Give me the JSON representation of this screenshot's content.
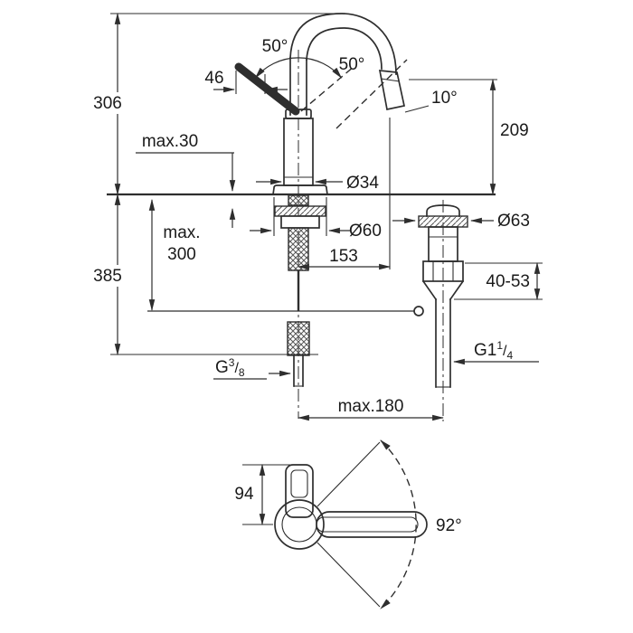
{
  "colors": {
    "line": "#2e2e2e",
    "background": "#ffffff"
  },
  "drawing": {
    "labels": {
      "total_height": "306",
      "max_deck": "max.30",
      "below_height": "385",
      "max_rod_1": "max.",
      "max_rod_2": "300",
      "lever_len": "46",
      "angle_left": "50°",
      "angle_right": "50°",
      "aerator_angle": "10°",
      "spout_height": "209",
      "dia_body": "Ø34",
      "dia_base": "Ø60",
      "projection": "153",
      "dia_drain": "Ø63",
      "tail_adjust": "40-53",
      "thread_drain": {
        "base": "G1",
        "sup": "1",
        "slash": "/",
        "sub": "4"
      },
      "thread_supply": {
        "base": "G",
        "sup": "3",
        "slash": "/",
        "sub": "8"
      },
      "max_reach": "max.180",
      "plan_height": "94",
      "swivel": "92°"
    }
  }
}
